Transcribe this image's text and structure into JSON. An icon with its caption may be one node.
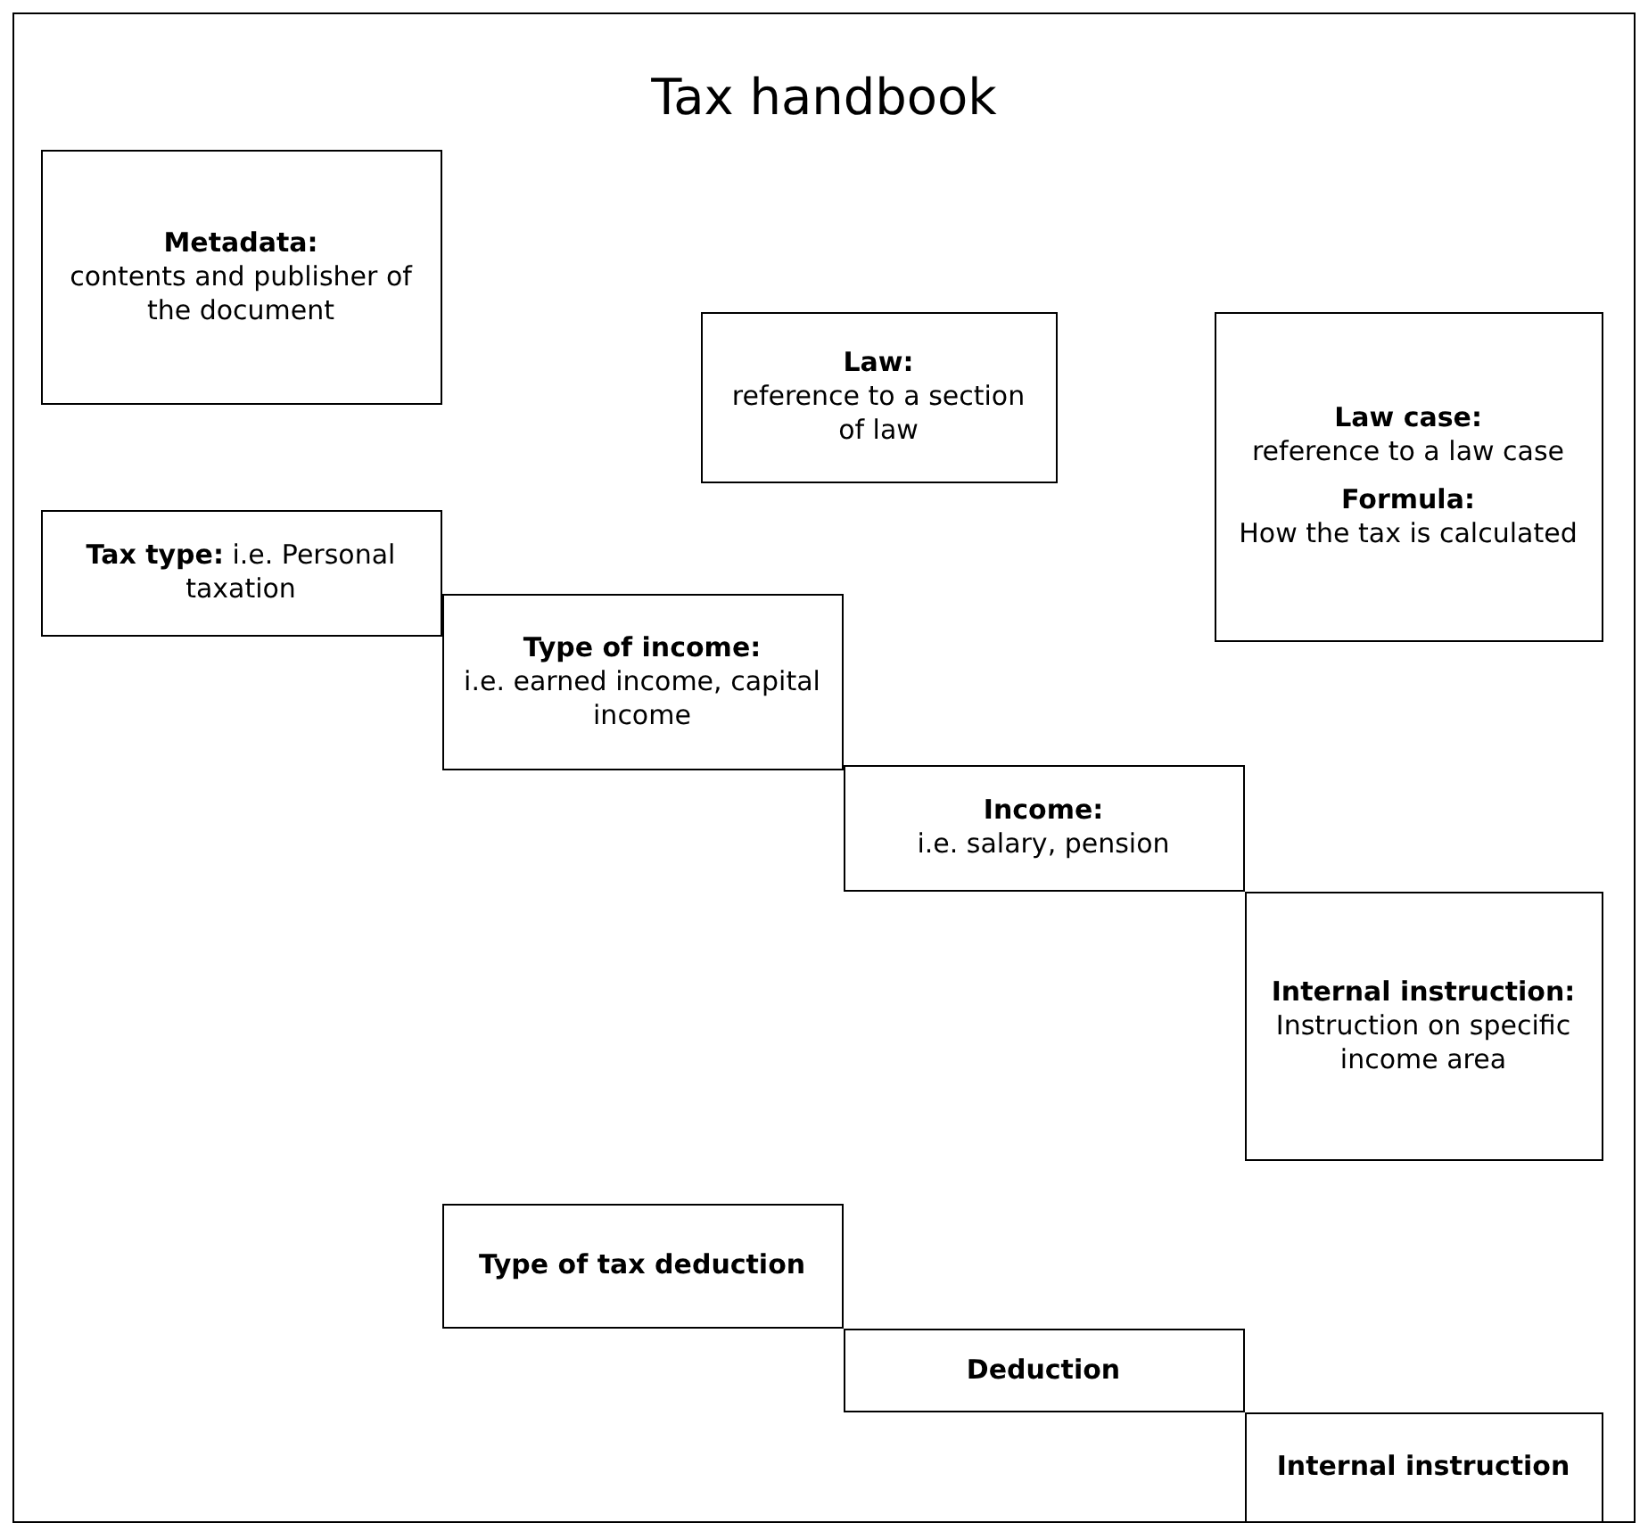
{
  "diagram": {
    "nodes": [
      {
        "text": [
          "Tax handbook"
        ]
      },
      {
        "text": [
          "Metadata:",
          "contents and publisher of the document"
        ],
        "in": 0
      },
      {
        "text": [
          "Law:",
          "reference to a section of law"
        ],
        "in": 0
      },
      {
        "text": [
          "Law case:",
          "reference to a law case",
          "Formula:",
          "How the tax is calculated"
        ],
        "in": 0
      },
      {
        "text": [
          "**Tax type:** i.e. Personal taxation"
        ],
        "in": 0
      },
      {
        "text": [
          "Type of income:",
          "i.e. earned income, capital income"
        ],
        "in": 0
      },
      {
        "text": [
          "Income:",
          "i.e. salary, pension"
        ],
        "in": 0
      },
      {
        "text": [
          "Internal instruction:",
          "Instruction on specific income area"
        ],
        "in": 0
      },
      {
        "text": [
          "Type of tax deduction"
        ],
        "in": 0
      },
      {
        "text": [
          "Deduction"
        ],
        "in": 0
      },
      {
        "text": [
          "Internal instruction"
        ],
        "in": 0
      }
    ]
  }
}
